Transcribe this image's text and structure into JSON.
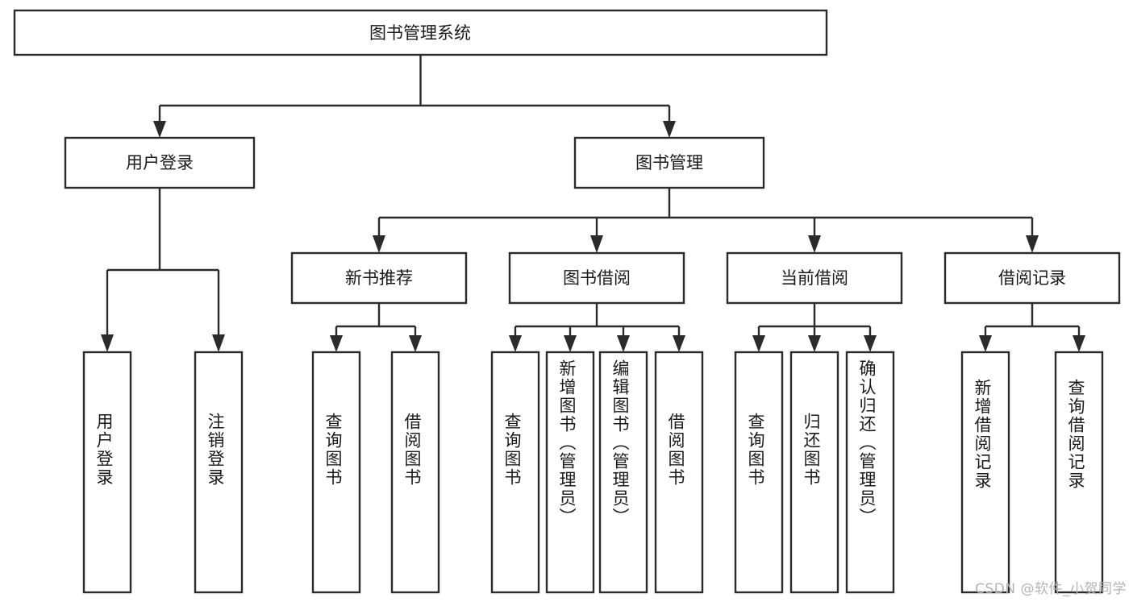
{
  "diagram": {
    "type": "tree",
    "title": "图书管理系统",
    "root": {
      "label": "图书管理系统"
    },
    "level2": [
      {
        "label": "用户登录"
      },
      {
        "label": "图书管理"
      }
    ],
    "level3": [
      {
        "label": "新书推荐"
      },
      {
        "label": "图书借阅"
      },
      {
        "label": "当前借阅"
      },
      {
        "label": "借阅记录"
      }
    ],
    "leaves": {
      "user_login": [
        {
          "label": "用户登录"
        },
        {
          "label": "注销登录"
        }
      ],
      "new_book_recommend": [
        {
          "label": "查询图书"
        },
        {
          "label": "借阅图书"
        }
      ],
      "book_borrow": [
        {
          "label": "查询图书"
        },
        {
          "label": "新增图书（管理员）"
        },
        {
          "label": "编辑图书（管理员）"
        },
        {
          "label": "借阅图书"
        }
      ],
      "current_borrow": [
        {
          "label": "查询图书"
        },
        {
          "label": "归还图书"
        },
        {
          "label": "确认归还（管理员）"
        }
      ],
      "borrow_record": [
        {
          "label": "新增借阅记录"
        },
        {
          "label": "查询借阅记录"
        }
      ]
    }
  },
  "watermark": {
    "text": "CSDN @软件_小贺同学"
  },
  "colors": {
    "stroke": "#2b2b2b",
    "box_fill": "#ffffff",
    "text": "#1a1a1a",
    "watermark": "#b4b4b4",
    "background": "#ffffff"
  }
}
